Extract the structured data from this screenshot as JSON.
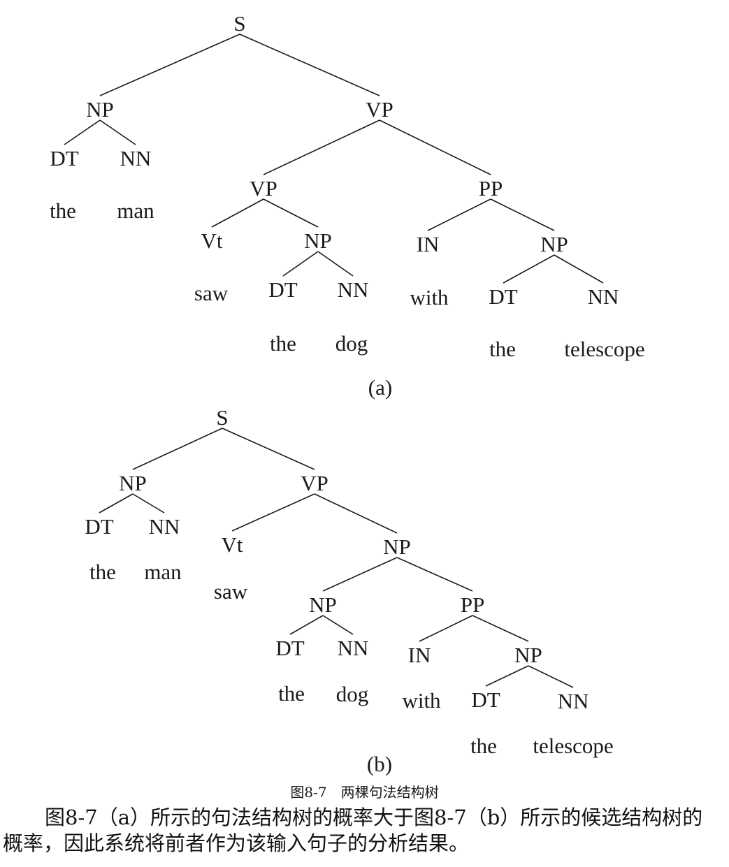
{
  "tree_a": {
    "panel_label": "(a)",
    "nodes": [
      {
        "id": "S",
        "label": "S"
      },
      {
        "id": "NP1",
        "label": "NP",
        "parent": "S"
      },
      {
        "id": "VP1",
        "label": "VP",
        "parent": "S"
      },
      {
        "id": "DT1",
        "label": "DT",
        "parent": "NP1"
      },
      {
        "id": "NN1",
        "label": "NN",
        "parent": "NP1"
      },
      {
        "id": "w_the1",
        "label": "the"
      },
      {
        "id": "w_man",
        "label": "man"
      },
      {
        "id": "VP2",
        "label": "VP",
        "parent": "VP1"
      },
      {
        "id": "PP",
        "label": "PP",
        "parent": "VP1"
      },
      {
        "id": "Vt",
        "label": "Vt",
        "parent": "VP2"
      },
      {
        "id": "NP2",
        "label": "NP",
        "parent": "VP2"
      },
      {
        "id": "IN",
        "label": "IN",
        "parent": "PP"
      },
      {
        "id": "NP3",
        "label": "NP",
        "parent": "PP"
      },
      {
        "id": "w_saw",
        "label": "saw"
      },
      {
        "id": "DT2",
        "label": "DT",
        "parent": "NP2"
      },
      {
        "id": "NN2",
        "label": "NN",
        "parent": "NP2"
      },
      {
        "id": "w_with",
        "label": "with"
      },
      {
        "id": "DT3",
        "label": "DT",
        "parent": "NP3"
      },
      {
        "id": "NN3",
        "label": "NN",
        "parent": "NP3"
      },
      {
        "id": "w_the2",
        "label": "the"
      },
      {
        "id": "w_dog",
        "label": "dog"
      },
      {
        "id": "w_the3",
        "label": "the"
      },
      {
        "id": "w_telescope",
        "label": "telescope"
      }
    ]
  },
  "tree_b": {
    "panel_label": "(b)",
    "nodes": [
      {
        "id": "S",
        "label": "S"
      },
      {
        "id": "NP1",
        "label": "NP",
        "parent": "S"
      },
      {
        "id": "VP",
        "label": "VP",
        "parent": "S"
      },
      {
        "id": "DT1",
        "label": "DT",
        "parent": "NP1"
      },
      {
        "id": "NN1",
        "label": "NN",
        "parent": "NP1"
      },
      {
        "id": "w_the1",
        "label": "the"
      },
      {
        "id": "w_man",
        "label": "man"
      },
      {
        "id": "Vt",
        "label": "Vt",
        "parent": "VP"
      },
      {
        "id": "NP2",
        "label": "NP",
        "parent": "VP"
      },
      {
        "id": "w_saw",
        "label": "saw"
      },
      {
        "id": "NP3",
        "label": "NP",
        "parent": "NP2"
      },
      {
        "id": "PP",
        "label": "PP",
        "parent": "NP2"
      },
      {
        "id": "DT2",
        "label": "DT",
        "parent": "NP3"
      },
      {
        "id": "NN2",
        "label": "NN",
        "parent": "NP3"
      },
      {
        "id": "IN",
        "label": "IN",
        "parent": "PP"
      },
      {
        "id": "NP4",
        "label": "NP",
        "parent": "PP"
      },
      {
        "id": "w_the2",
        "label": "the"
      },
      {
        "id": "w_dog",
        "label": "dog"
      },
      {
        "id": "w_with",
        "label": "with"
      },
      {
        "id": "DT3",
        "label": "DT",
        "parent": "NP4"
      },
      {
        "id": "NN3",
        "label": "NN",
        "parent": "NP4"
      },
      {
        "id": "w_the3",
        "label": "the"
      },
      {
        "id": "w_telescope",
        "label": "telescope"
      }
    ]
  },
  "figure_caption": "图8-7　两棵句法结构树",
  "body_text": "图8-7（a）所示的句法结构树的概率大于图8-7（b）所示的候选结构树的概率，因此系统将前者作为该输入句子的分析结果。"
}
